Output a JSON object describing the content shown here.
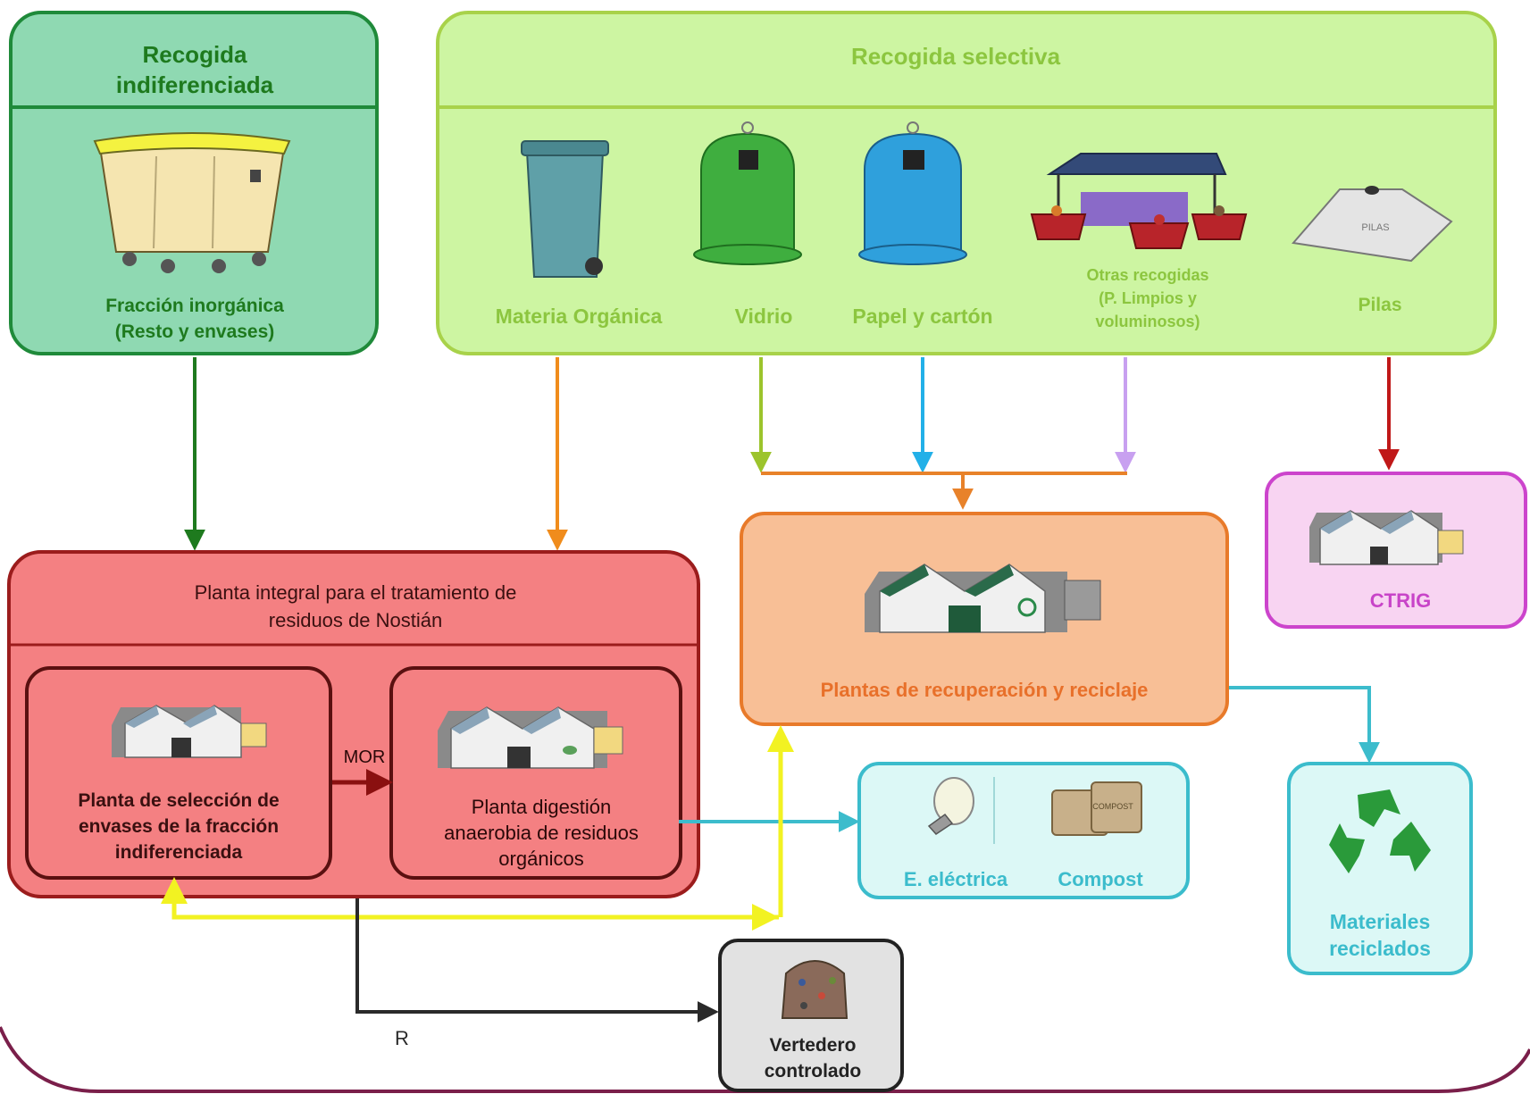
{
  "boxes": {
    "indiferenciada": {
      "title_line1": "Recogida",
      "title_line2": "indiferenciada",
      "caption_line1": "Fracción inorgánica",
      "caption_line2": "(Resto y envases)"
    },
    "selectiva": {
      "title": "Recogida selectiva",
      "items": {
        "organica": "Materia Orgánica",
        "vidrio": "Vidrio",
        "papel": "Papel y cartón",
        "otras_line1": "Otras recogidas",
        "otras_line2": "(P. Limpios y",
        "otras_line3": "voluminosos)",
        "pilas": "Pilas",
        "pilas_icon_label": "PILAS"
      }
    },
    "nostian": {
      "title_line1": "Planta integral para el tratamiento de",
      "title_line2": "residuos de Nostián",
      "seleccion_line1": "Planta de selección de",
      "seleccion_line2": "envases de la fracción",
      "seleccion_line3": "indiferenciada",
      "digestion_line1": "Planta digestión",
      "digestion_line2": "anaerobia de residuos",
      "digestion_line3": "orgánicos"
    },
    "recuperacion": {
      "caption": "Plantas de recuperación y reciclaje"
    },
    "ctrig": {
      "caption": "CTRIG"
    },
    "energia": {
      "electrica": "E. eléctrica",
      "compost": "Compost",
      "compost_sack_label": "COMPOST"
    },
    "materiales": {
      "line1": "Materiales",
      "line2": "reciclados"
    },
    "vertedero": {
      "line1": "Vertedero",
      "line2": "controlado"
    }
  },
  "arrow_labels": {
    "mor": "MOR",
    "r": "R"
  },
  "colors": {
    "dark_green": "#1e7a1e",
    "indiferenciada_fill": "#8fd9b2",
    "indiferenciada_stroke": "#1f8a3a",
    "selectiva_fill": "#cdf5a2",
    "selectiva_stroke": "#a8d24a",
    "selectiva_text": "#8cc63f",
    "nostian_fill": "#f48082",
    "nostian_stroke": "#9b1c1c",
    "recuperacion_fill": "#f8bf96",
    "recuperacion_stroke": "#e87a2a",
    "ctrig_fill": "#f8d4f2",
    "ctrig_stroke": "#cc44cc",
    "cyan_fill": "#dcf8f6",
    "cyan_stroke": "#3bbccc",
    "vertedero_fill": "#e2e2e2",
    "orange_arrow": "#f08c1c",
    "lime_arrow": "#9cc42c",
    "blue_arrow": "#22b0e8",
    "lilac_arrow": "#c8a0f0",
    "red_arrow": "#c01818",
    "yellow_arrow": "#f2f222",
    "cyan_arrow": "#3cbccc"
  }
}
